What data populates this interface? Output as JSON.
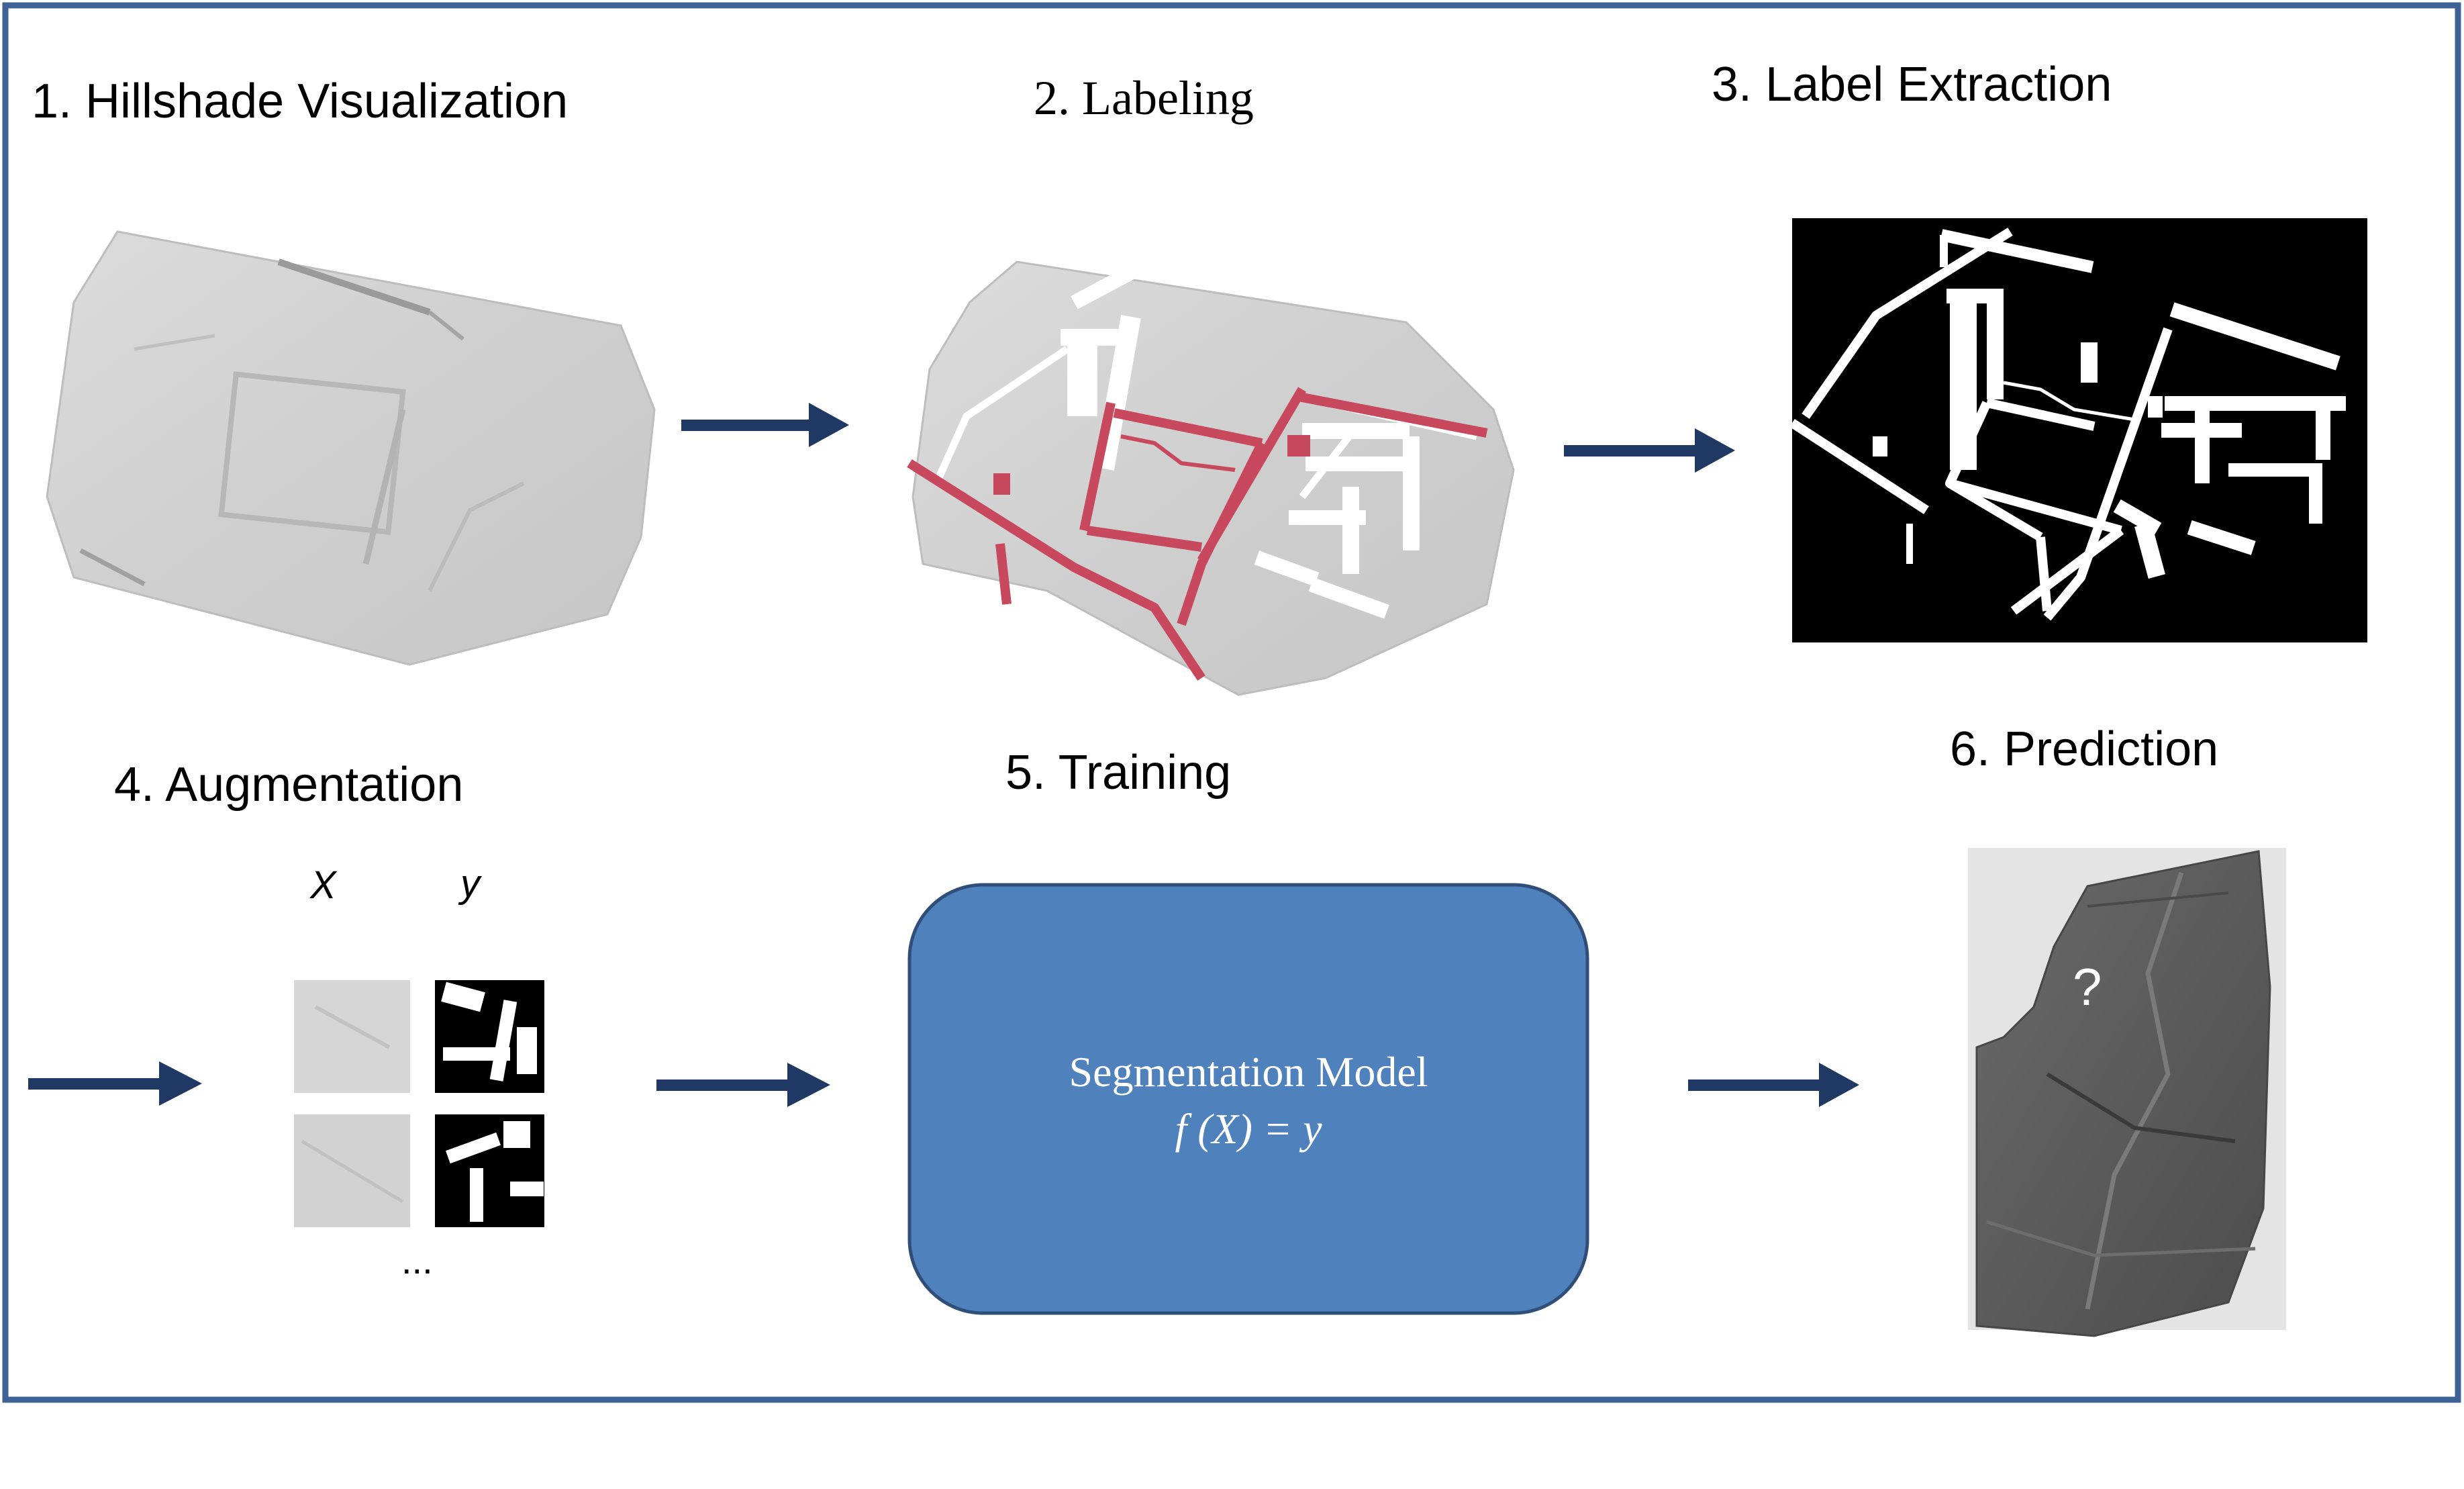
{
  "steps": {
    "hillshade": "1. Hillshade Visualization",
    "labeling": "2. Labeling",
    "extraction": "3. Label Extraction",
    "augmentation": "4. Augmentation",
    "training": "5. Training",
    "prediction": "6. Prediction"
  },
  "augmentation": {
    "x_label": "X",
    "y_label": "y",
    "ellipsis": "..."
  },
  "model": {
    "title": "Segmentation Model",
    "formula": "f (X) = y"
  },
  "prediction": {
    "unknown_mark": "?"
  },
  "colors": {
    "frame": "#3f6294",
    "arrow": "#1f3864",
    "model_box": "#4f81bd",
    "model_border": "#2f4f7a",
    "label_red": "#c8485d",
    "hillshade": "#d2d2d2",
    "dark_hillshade": "#585858"
  }
}
